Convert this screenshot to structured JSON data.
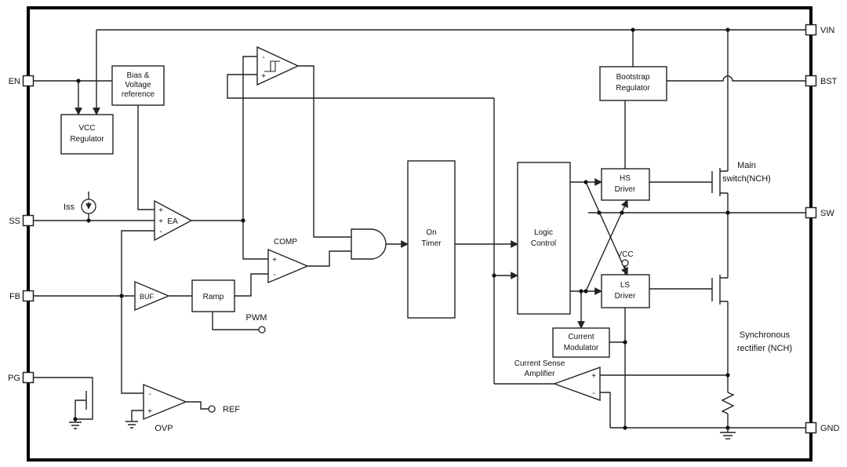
{
  "pins": {
    "left": [
      {
        "label": "EN"
      },
      {
        "label": "SS"
      },
      {
        "label": "FB"
      },
      {
        "label": "PG"
      }
    ],
    "right": [
      {
        "label": "VIN"
      },
      {
        "label": "BST"
      },
      {
        "label": "SW"
      },
      {
        "label": "GND"
      }
    ]
  },
  "blocks": {
    "bias_reference": {
      "lines": [
        "Bias &",
        "Voltage",
        "reference"
      ]
    },
    "vcc_regulator": {
      "lines": [
        "VCC",
        "Regulator"
      ]
    },
    "bootstrap_regulator": {
      "lines": [
        "Bootstrap",
        "Regulator"
      ]
    },
    "on_timer": {
      "lines": [
        "On",
        "Timer"
      ]
    },
    "logic_control": {
      "lines": [
        "Logic",
        "Control"
      ]
    },
    "hs_driver": {
      "lines": [
        "HS",
        "Driver"
      ]
    },
    "ls_driver": {
      "lines": [
        "LS",
        "Driver"
      ]
    },
    "current_modulator": {
      "lines": [
        "Current",
        "Modulator"
      ]
    },
    "ramp": {
      "label": "Ramp"
    },
    "buffer": {
      "label": "BUF"
    }
  },
  "amplifiers": {
    "error_amp": {
      "label": "EA"
    },
    "comparator": {
      "label": "COMP"
    },
    "ovp": {
      "label": "OVP"
    },
    "current_sense": {
      "lines": [
        "Current Sense",
        "Amplifier"
      ]
    }
  },
  "test_points": {
    "pwm": "PWM",
    "ref": "REF",
    "vcc": "VCC"
  },
  "annotations": {
    "iss": "Iss",
    "main_switch": {
      "lines": [
        "Main",
        "switch(NCH)"
      ]
    },
    "sync_rectifier": {
      "lines": [
        "Synchronous",
        "rectifier (NCH)"
      ]
    }
  },
  "signs": {
    "plus": "+",
    "minus": "-"
  },
  "colors": {
    "stroke": "#222222",
    "text": "#111111",
    "background": "#ffffff",
    "box_fill": "#ffffff"
  }
}
